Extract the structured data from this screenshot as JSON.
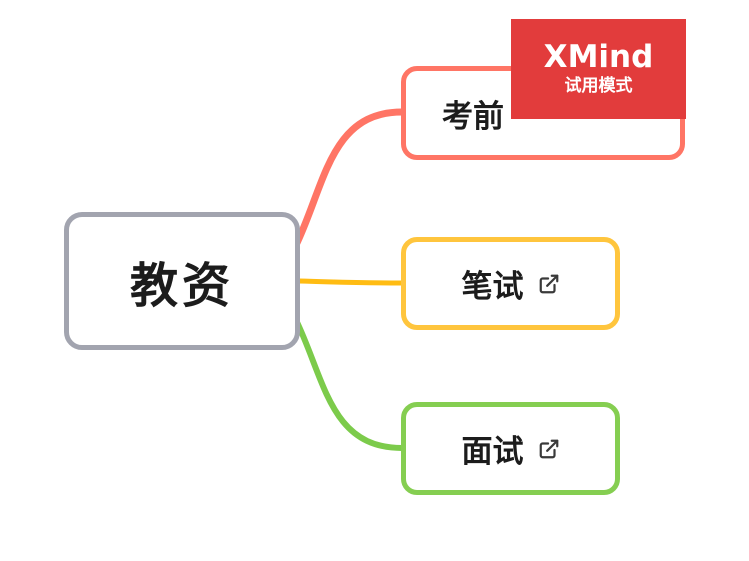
{
  "app": {
    "name": "XMind"
  },
  "watermark": {
    "brand": "XMind",
    "mode_label": "试用模式",
    "bg_color": "#E23C3C",
    "text_color": "#FFFFFF"
  },
  "mindmap": {
    "root": {
      "label": "教资",
      "border_color": "#A2A4AF"
    },
    "branches": [
      {
        "label": "考前",
        "border_color": "#FF7565",
        "connector_color": "#FF7565",
        "has_link_icon": false
      },
      {
        "label": "笔试",
        "border_color": "#FFC53D",
        "connector_color": "#FFBC13",
        "has_link_icon": true
      },
      {
        "label": "面试",
        "border_color": "#85CE51",
        "connector_color": "#7CCB4B",
        "has_link_icon": true
      }
    ],
    "icons": {
      "external_link": "external-link-icon"
    }
  }
}
